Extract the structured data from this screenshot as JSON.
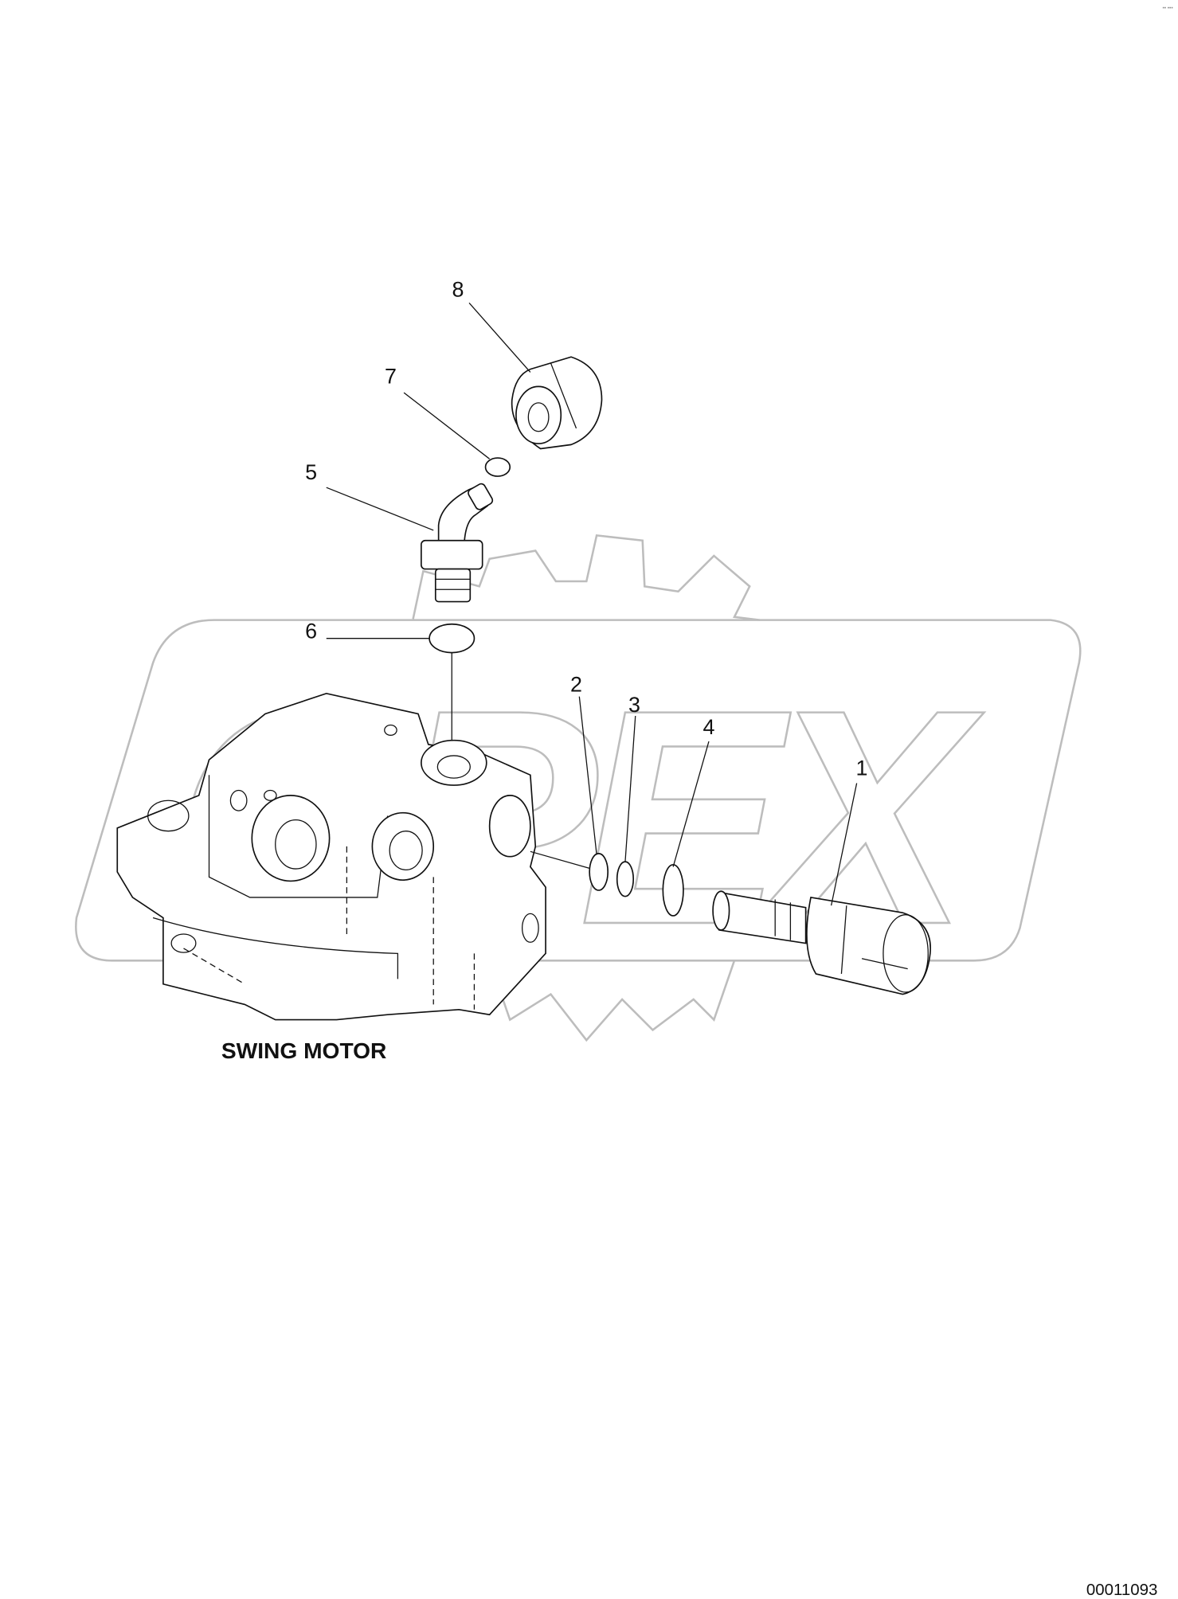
{
  "diagram": {
    "caption": "SWING MOTOR",
    "drawing_number": "00011093",
    "corner_mark": "▪▪ ▪▪▪",
    "watermark": "OPEX",
    "callouts": [
      {
        "label": "1"
      },
      {
        "label": "2"
      },
      {
        "label": "3"
      },
      {
        "label": "4"
      },
      {
        "label": "5"
      },
      {
        "label": "6"
      },
      {
        "label": "7"
      },
      {
        "label": "8"
      }
    ],
    "colors": {
      "line": "#111111",
      "watermark": "#bdbdbd",
      "background": "#ffffff"
    }
  }
}
